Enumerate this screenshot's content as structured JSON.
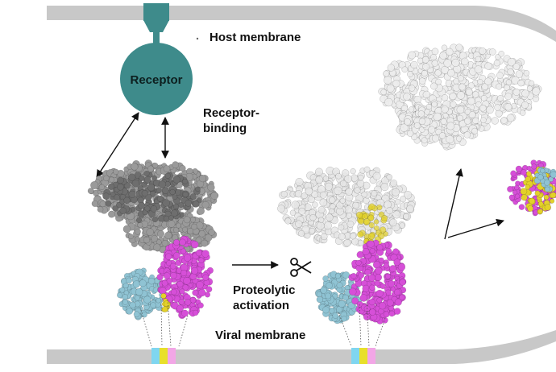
{
  "labels": {
    "host_membrane": "Host membrane",
    "receptor": "Receptor",
    "receptor_binding_1": "Receptor-",
    "receptor_binding_2": "binding",
    "proteolytic_1": "Proteolytic",
    "proteolytic_2": "activation",
    "viral_membrane": "Viral membrane"
  },
  "colors": {
    "membrane": "#c8c8c8",
    "receptor": "#3e8b8b",
    "spike_dark": "#8a8a8a",
    "spike_light": "#e4e4e4",
    "subunit_magenta": "#d64fd8",
    "subunit_cyan": "#8fc3d3",
    "subunit_yellow": "#e3d12a",
    "band_pink": "#f2a6e6"
  },
  "icons": {
    "cleavage": "scissors-icon"
  }
}
